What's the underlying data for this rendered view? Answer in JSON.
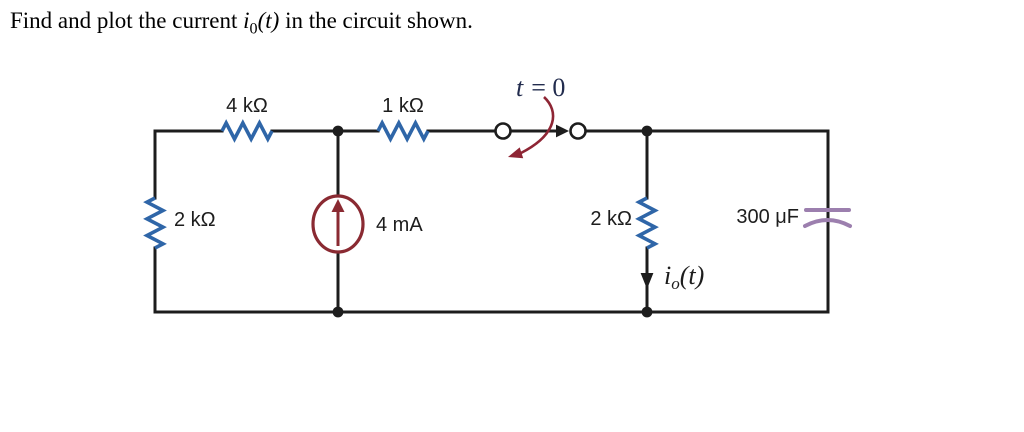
{
  "title": {
    "prefix": "Find and plot the current ",
    "var": "i",
    "sub": "0",
    "args": "(t)",
    "suffix": " in the circuit shown."
  },
  "circuit": {
    "resistor_top_left_label": "4 kΩ",
    "resistor_top_middle_label": "1 kΩ",
    "resistor_left_label": "2 kΩ",
    "resistor_right_label": "2 kΩ",
    "current_source_label": "4 mA",
    "capacitor_label": "300 μF",
    "switch_label": {
      "var": "t",
      "rest": "= 0"
    },
    "output_current_label": {
      "var": "i",
      "sub": "o",
      "args": "(t)"
    }
  },
  "colors": {
    "wire": "#1d1d1d",
    "resistor": "#2f66a8",
    "source": "#8a2a32",
    "capacitor": "#9c7fae",
    "switch_arrow": "#8e2534",
    "switch_label_color": "#222c4e",
    "label": "#1d1d1d"
  }
}
